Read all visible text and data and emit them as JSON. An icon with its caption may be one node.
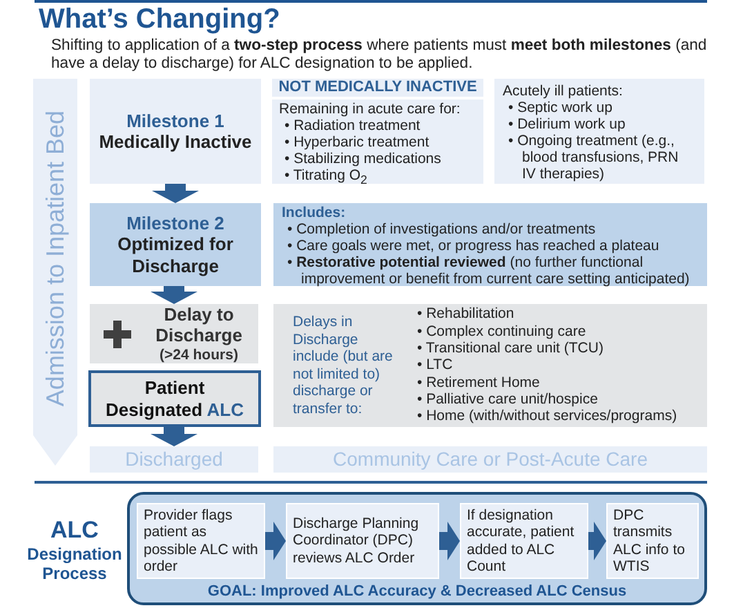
{
  "diagram": {
    "title": "What’s Changing?",
    "nodes": [
      {
        "text": [
          "Admission to Inpatient Bed"
        ]
      },
      {
        "text": [
          "Milestone 1",
          "Medically Inactive"
        ]
      },
      {
        "text": [
          "NOT MEDICALLY INACTIVE"
        ]
      },
      {
        "text": [
          "Remaining in acute care for:",
          "• Radiation treatment",
          "• Hyperbaric treatment",
          "• Stabilizing medications",
          "• Titrating O$_{2}$"
        ]
      },
      {
        "text": [
          "Acutely ill patients:",
          "• Septic work up",
          "• Delirium work up",
          "• Ongoing treatment (e.g., blood transfusions, PRN IV therapies)"
        ]
      },
      {
        "text": [
          "Milestone 2",
          "Optimized for Discharge"
        ]
      },
      {
        "text": [
          "Includes:",
          "• Completion of investigations and/or treatments",
          "• Care goals were met, or progress has reached a plateau",
          "• **Restorative potential reviewed** (no further functional improvement or benefit from current care setting anticipated)"
        ]
      },
      {
        "text": [
          "Delay to Discharge",
          "(>24 hours)"
        ]
      },
      {
        "text": [
          "Delays in Discharge include (but are not limited to) discharge or transfer to:",
          "• Rehabilitation",
          "• Complex continuing care",
          "• Transitional care unit (TCU)",
          "• LTC",
          "• Retirement Home",
          "• Palliative care unit/hospice",
          "• Home (with/without services/programs)"
        ]
      },
      {
        "text": [
          "Patient Designated",
          "ALC"
        ]
      },
      {
        "text": [
          "Discharged"
        ]
      },
      {
        "text": [
          "Community Care or Post-Acute Care"
        ]
      },
      {
        "text": [
          "GOAL: Improved ALC Accuracy & Decreased ALC Census"
        ],
        "beside": [
          "ALC",
          "Designation Process"
        ]
      },
      {
        "text": [
          "Provider flags patient as possible ALC with order"
        ],
        "in": 12
      },
      {
        "text": [
          "Discharge Planning Coordinator (DPC) reviews ALC Order"
        ],
        "in": 12
      },
      {
        "text": [
          "If designation accurate, patient added to ALC Count"
        ],
        "in": 12
      },
      {
        "text": [
          "DPC transmits ALC info to WTIS"
        ],
        "in": 12
      }
    ],
    "edges": [
      {
        "from": 1,
        "to": 5,
        "arrow": "to"
      },
      {
        "from": 5,
        "to": 7,
        "arrow": "to"
      },
      {
        "from": 9,
        "to": 10,
        "arrow": "to"
      },
      {
        "from": 13,
        "to": 14,
        "arrow": "to"
      },
      {
        "from": 14,
        "to": 15,
        "arrow": "to"
      },
      {
        "from": 15,
        "to": 16,
        "arrow": "to"
      }
    ],
    "labels": [
      "Shifting to application of a **two-step process** where patients must **meet both milestones** (and have a delay to discharge) for ALC designation to be applied."
    ]
  }
}
